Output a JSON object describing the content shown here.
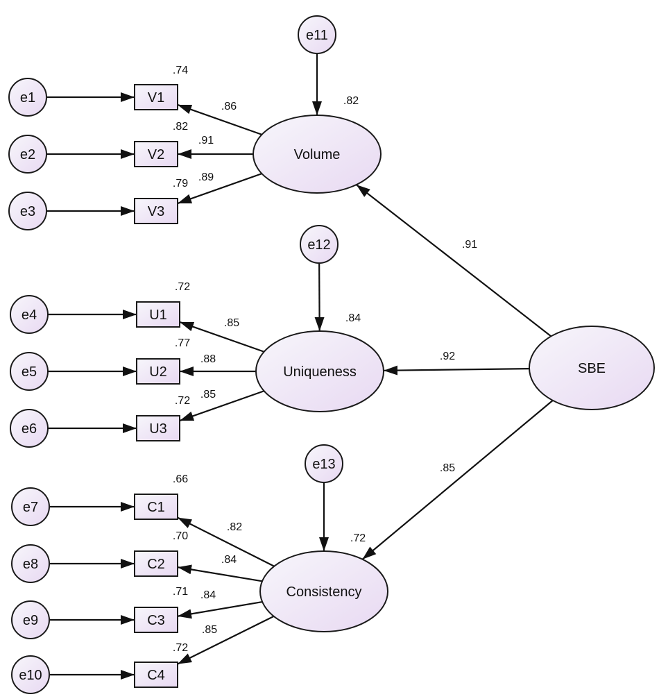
{
  "diagram": {
    "colors": {
      "node_fill_start": "#f7f6fb",
      "node_fill_end": "#e8d9f2",
      "stroke": "#1a1a1a",
      "text": "#111111"
    },
    "nodes": [
      {
        "id": "e1",
        "label": "e1",
        "shape": "circle"
      },
      {
        "id": "e2",
        "label": "e2",
        "shape": "circle"
      },
      {
        "id": "e3",
        "label": "e3",
        "shape": "circle"
      },
      {
        "id": "e4",
        "label": "e4",
        "shape": "circle"
      },
      {
        "id": "e5",
        "label": "e5",
        "shape": "circle"
      },
      {
        "id": "e6",
        "label": "e6",
        "shape": "circle"
      },
      {
        "id": "e7",
        "label": "e7",
        "shape": "circle"
      },
      {
        "id": "e8",
        "label": "e8",
        "shape": "circle"
      },
      {
        "id": "e9",
        "label": "e9",
        "shape": "circle"
      },
      {
        "id": "e10",
        "label": "e10",
        "shape": "circle"
      },
      {
        "id": "e11",
        "label": "e11",
        "shape": "circle"
      },
      {
        "id": "e12",
        "label": "e12",
        "shape": "circle"
      },
      {
        "id": "e13",
        "label": "e13",
        "shape": "circle"
      },
      {
        "id": "V1",
        "label": "V1",
        "shape": "rect",
        "r2": ".74"
      },
      {
        "id": "V2",
        "label": "V2",
        "shape": "rect",
        "r2": ".82"
      },
      {
        "id": "V3",
        "label": "V3",
        "shape": "rect",
        "r2": ".79"
      },
      {
        "id": "U1",
        "label": "U1",
        "shape": "rect",
        "r2": ".72"
      },
      {
        "id": "U2",
        "label": "U2",
        "shape": "rect",
        "r2": ".77"
      },
      {
        "id": "U3",
        "label": "U3",
        "shape": "rect",
        "r2": ".72"
      },
      {
        "id": "C1",
        "label": "C1",
        "shape": "rect",
        "r2": ".66"
      },
      {
        "id": "C2",
        "label": "C2",
        "shape": "rect",
        "r2": ".70"
      },
      {
        "id": "C3",
        "label": "C3",
        "shape": "rect",
        "r2": ".71"
      },
      {
        "id": "C4",
        "label": "C4",
        "shape": "rect",
        "r2": ".72"
      },
      {
        "id": "Volume",
        "label": "Volume",
        "shape": "ellipse",
        "r2": ".82"
      },
      {
        "id": "Uniqueness",
        "label": "Uniqueness",
        "shape": "ellipse",
        "r2": ".84"
      },
      {
        "id": "Consistency",
        "label": "Consistency",
        "shape": "ellipse",
        "r2": ".72"
      },
      {
        "id": "SBE",
        "label": "SBE",
        "shape": "ellipse"
      }
    ],
    "edges": [
      {
        "from": "e1",
        "to": "V1"
      },
      {
        "from": "e2",
        "to": "V2"
      },
      {
        "from": "e3",
        "to": "V3"
      },
      {
        "from": "e4",
        "to": "U1"
      },
      {
        "from": "e5",
        "to": "U2"
      },
      {
        "from": "e6",
        "to": "U3"
      },
      {
        "from": "e7",
        "to": "C1"
      },
      {
        "from": "e8",
        "to": "C2"
      },
      {
        "from": "e9",
        "to": "C3"
      },
      {
        "from": "e10",
        "to": "C4"
      },
      {
        "from": "e11",
        "to": "Volume"
      },
      {
        "from": "e12",
        "to": "Uniqueness"
      },
      {
        "from": "e13",
        "to": "Consistency"
      },
      {
        "from": "Volume",
        "to": "V1",
        "label": ".86"
      },
      {
        "from": "Volume",
        "to": "V2",
        "label": ".91"
      },
      {
        "from": "Volume",
        "to": "V3",
        "label": ".89"
      },
      {
        "from": "Uniqueness",
        "to": "U1",
        "label": ".85"
      },
      {
        "from": "Uniqueness",
        "to": "U2",
        "label": ".88"
      },
      {
        "from": "Uniqueness",
        "to": "U3",
        "label": ".85"
      },
      {
        "from": "Consistency",
        "to": "C1",
        "label": ".82"
      },
      {
        "from": "Consistency",
        "to": "C2",
        "label": ".84"
      },
      {
        "from": "Consistency",
        "to": "C3",
        "label": ".84"
      },
      {
        "from": "Consistency",
        "to": "C4",
        "label": ".85"
      },
      {
        "from": "SBE",
        "to": "Volume",
        "label": ".91"
      },
      {
        "from": "SBE",
        "to": "Uniqueness",
        "label": ".92"
      },
      {
        "from": "SBE",
        "to": "Consistency",
        "label": ".85"
      }
    ]
  }
}
